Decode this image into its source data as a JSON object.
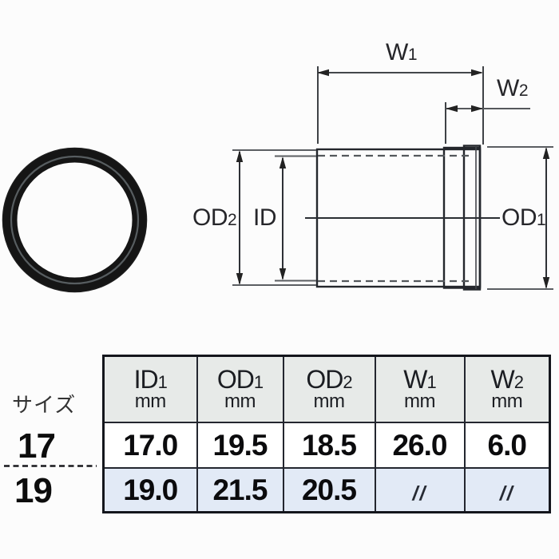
{
  "diagram": {
    "labels": {
      "w1": {
        "base": "W",
        "sub": "1"
      },
      "w2": {
        "base": "W",
        "sub": "2"
      },
      "od2": {
        "base": "OD",
        "sub": "2"
      },
      "id": {
        "base": "ID",
        "sub": ""
      },
      "od1": {
        "base": "OD",
        "sub": "1"
      }
    },
    "colors": {
      "outline": "#24272c",
      "extension_line": "#5b5e62",
      "dashed_line": "#54585c",
      "ring": "#151515"
    }
  },
  "size_selector": {
    "caption": "サイズ",
    "sizes": [
      "17",
      "19"
    ]
  },
  "table": {
    "headers": [
      {
        "base": "ID",
        "sub": "1",
        "unit": "mm"
      },
      {
        "base": "OD",
        "sub": "1",
        "unit": "mm"
      },
      {
        "base": "OD",
        "sub": "2",
        "unit": "mm"
      },
      {
        "base": "W",
        "sub": "1",
        "unit": "mm"
      },
      {
        "base": "W",
        "sub": "2",
        "unit": "mm"
      }
    ],
    "rows": [
      {
        "size": "17",
        "cells": [
          "17.0",
          "19.5",
          "18.5",
          "26.0",
          "6.0"
        ]
      },
      {
        "size": "19",
        "cells": [
          "19.0",
          "21.5",
          "20.5",
          "//",
          "//"
        ]
      }
    ],
    "colors": {
      "header_bg": "#e7eae8",
      "row_17_bg": "#ffffff",
      "row_19_bg": "#e2eaf6",
      "border": "#14161c"
    }
  }
}
